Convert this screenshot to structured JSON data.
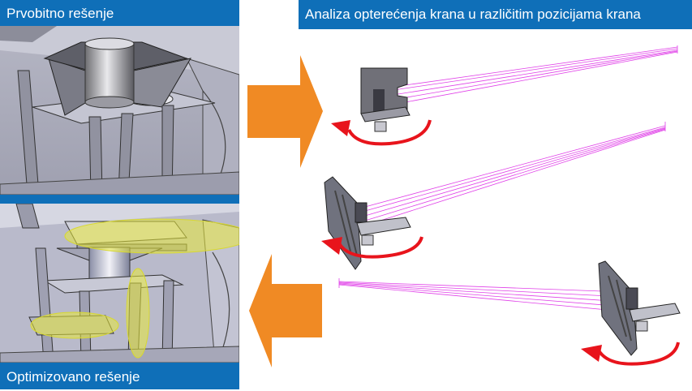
{
  "labels": {
    "original_solution": "Prvobitno rešenje",
    "load_analysis": "Analiza opterećenja krana u različitim pozicijama krana",
    "optimized_solution": "Optimizovano rešenje"
  },
  "colors": {
    "label_bar": "#0f6fb8",
    "arrow_orange": "#f08a24",
    "rotation_arrow": "#e8141c",
    "cable_lines": "#e040e8",
    "highlight": "#e8e830"
  },
  "icons": {
    "right_arrow": "right-arrow-icon",
    "left_arrow": "left-arrow-icon",
    "rotation_arrow": "rotation-arrow-icon"
  }
}
